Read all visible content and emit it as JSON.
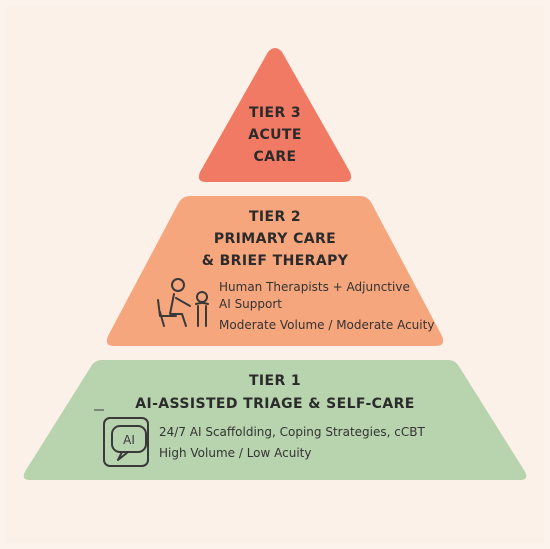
{
  "colors": {
    "background": "#fbf1e8",
    "border": "#fbf3ec",
    "tier3": "#f07a64",
    "tier2": "#f6a67d",
    "tier1": "#b8d4ae",
    "ink": "#2b2b2b"
  },
  "tiers": [
    {
      "level": 3,
      "heading": [
        "TIER 3",
        "ACUTE",
        "CARE"
      ],
      "details": []
    },
    {
      "level": 2,
      "heading": [
        "TIER 2",
        "PRIMARY CARE",
        "& BRIEF THERAPY"
      ],
      "icon": "therapy-session-icon",
      "details": [
        "Human Therapists + Adjunctive",
        "AI Support",
        "Moderate Volume / Moderate Acuity"
      ]
    },
    {
      "level": 1,
      "heading": [
        "TIER 1",
        "AI-ASSISTED TRIAGE & SELF-CARE"
      ],
      "icon": "ai-chat-phone-icon",
      "icon_text": "AI",
      "details": [
        "24/7 AI Scaffolding, Coping Strategies, cCBT",
        "High Volume / Low Acuity"
      ]
    }
  ]
}
